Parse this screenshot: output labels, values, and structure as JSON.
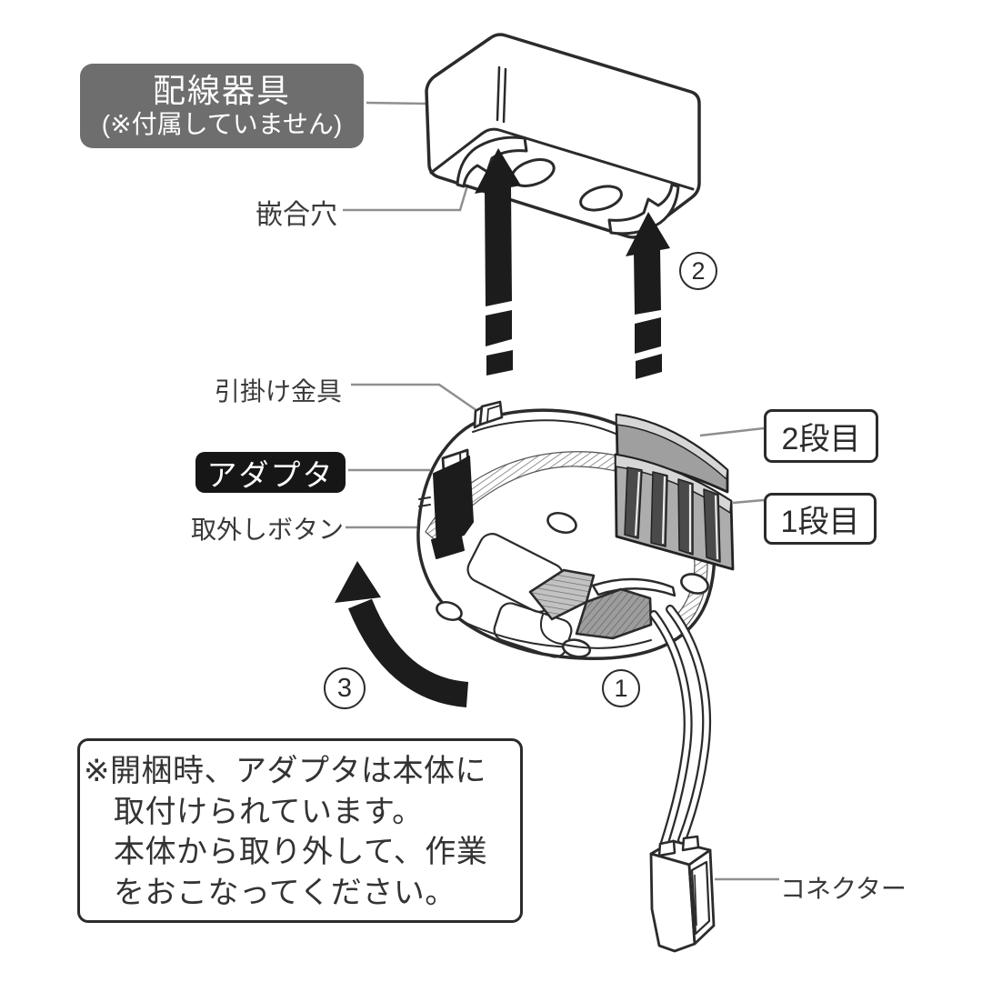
{
  "diagram": {
    "wiring_device_label": {
      "line1": "配線器具",
      "line2": "(※付属していません)"
    },
    "fitting_hole_label": "嵌合穴",
    "hook_fitting_label": "引掛け金具",
    "adapter_label": "アダプタ",
    "release_button_label": "取外しボタン",
    "tier2_label": "2段目",
    "tier1_label": "1段目",
    "connector_label": "コネクター",
    "steps": {
      "step1": "1",
      "step2": "2",
      "step3": "3"
    },
    "note": {
      "line1": "※開梱時、アダプタは本体に",
      "line2": "取付けられています。",
      "line3": "本体から取り外して、作業",
      "line4": "をおこなってください。"
    },
    "colors": {
      "label_gray_bg": "#6e6e6e",
      "label_black_bg": "#161616",
      "line_art": "#2b2b2b",
      "leader": "#8f8f8f",
      "part_gray": "#a8a8a8",
      "part_gray_light": "#d6d6d6",
      "tooth_dark": "#4a4a4a"
    }
  }
}
